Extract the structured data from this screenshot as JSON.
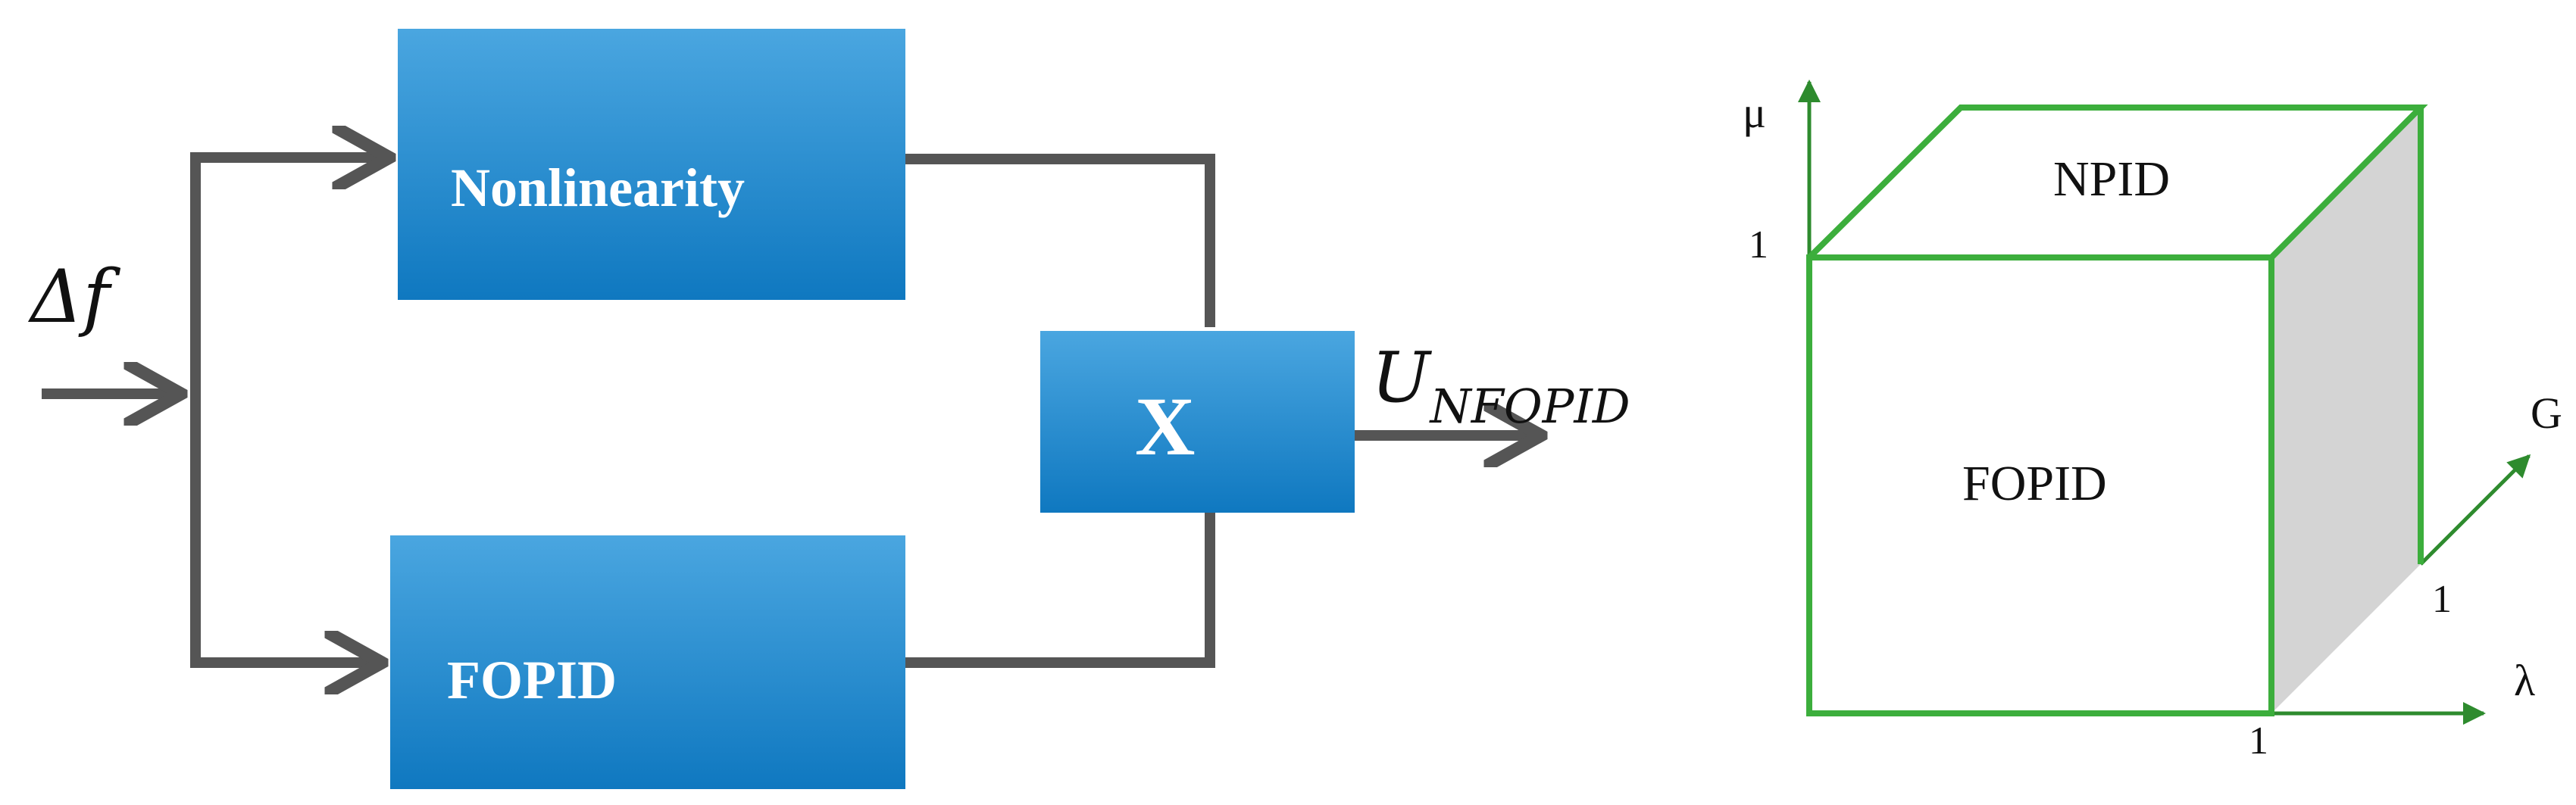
{
  "block_diagram": {
    "input_label": "Δf",
    "nonlinearity_label": "Nonlinearity",
    "fopid_label": "FOPID",
    "multiplier_label": "X",
    "output_label_main": "U",
    "output_label_sub": "NFOPID",
    "colors": {
      "block_top": "#4aa6e0",
      "block_bottom": "#0f78c0",
      "line": "#555555"
    }
  },
  "cube_diagram": {
    "axis_mu": "μ",
    "axis_g": "G",
    "axis_lambda": "λ",
    "tick_mu": "1",
    "tick_g": "1",
    "tick_lambda": "1",
    "top_face_label": "NPID",
    "front_face_label": "FOPID",
    "colors": {
      "edge": "#3cae3c",
      "axis": "#2e8b2e",
      "side_face": "#d4d4d4"
    }
  }
}
